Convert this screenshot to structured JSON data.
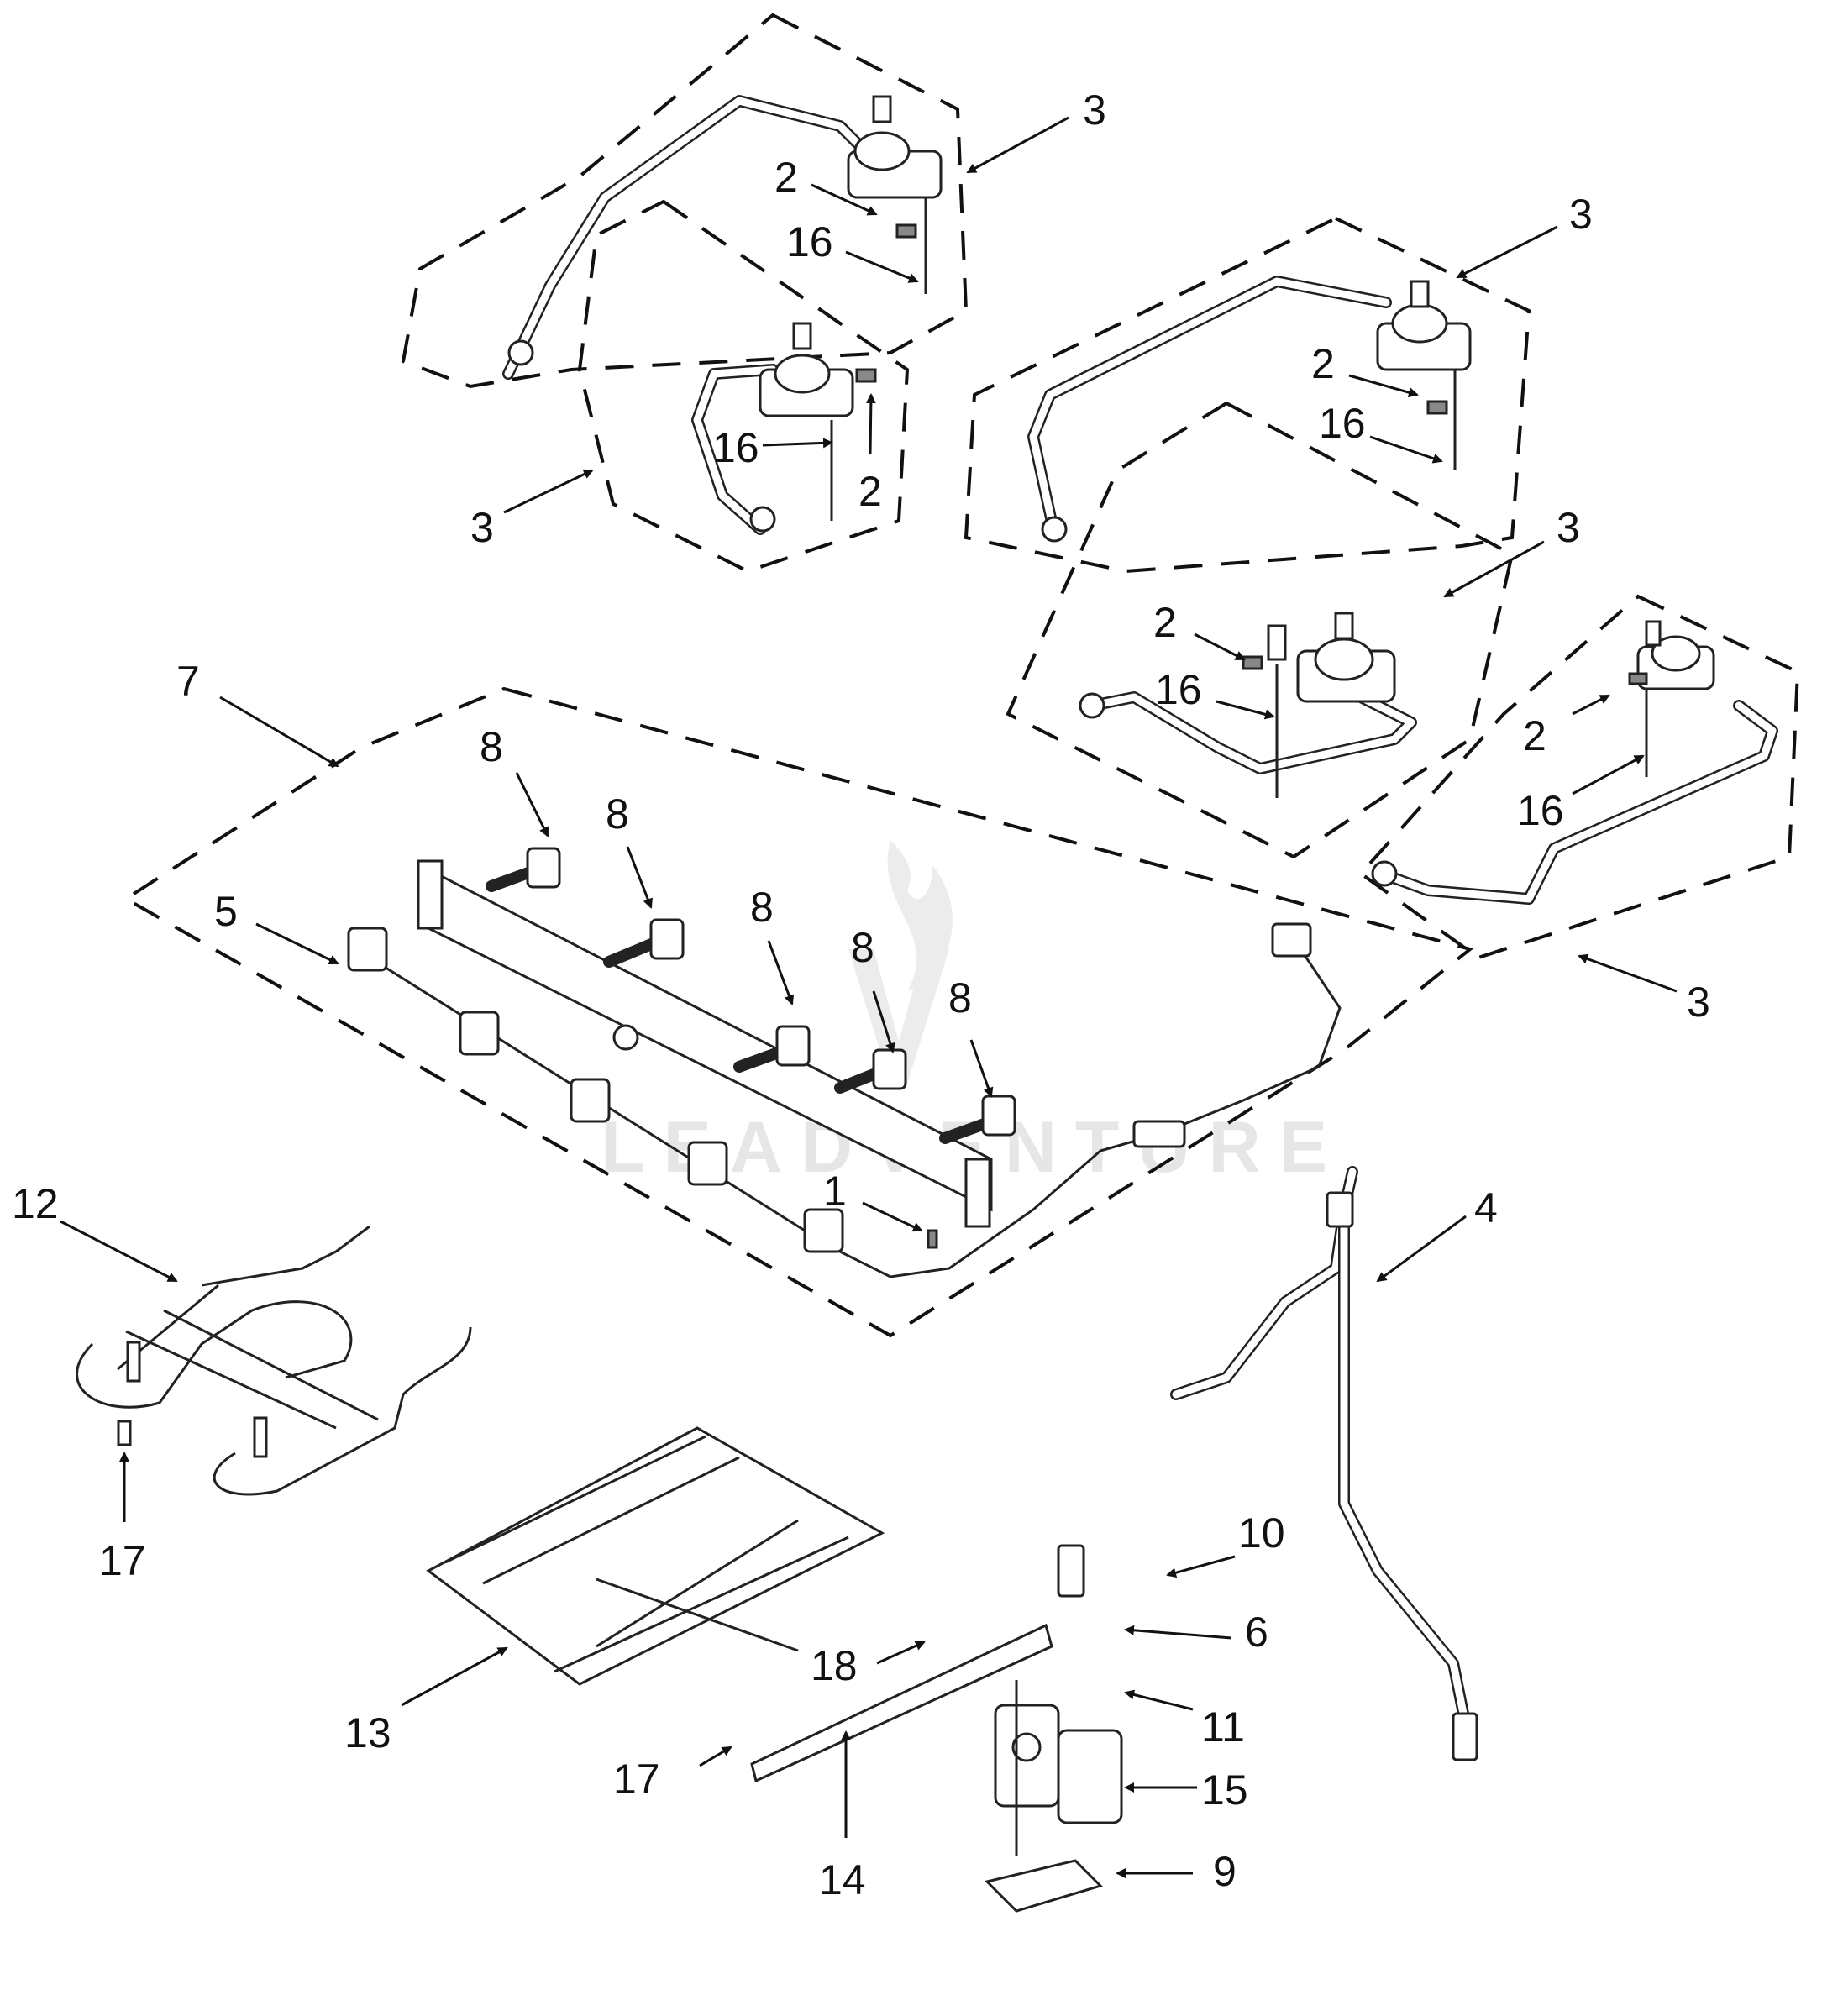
{
  "diagram": {
    "watermark": "LEADVENTURE",
    "callouts": [
      "1",
      "2",
      "3",
      "4",
      "5",
      "6",
      "7",
      "8",
      "9",
      "10",
      "11",
      "12",
      "13",
      "14",
      "15",
      "16",
      "17",
      "18"
    ]
  }
}
